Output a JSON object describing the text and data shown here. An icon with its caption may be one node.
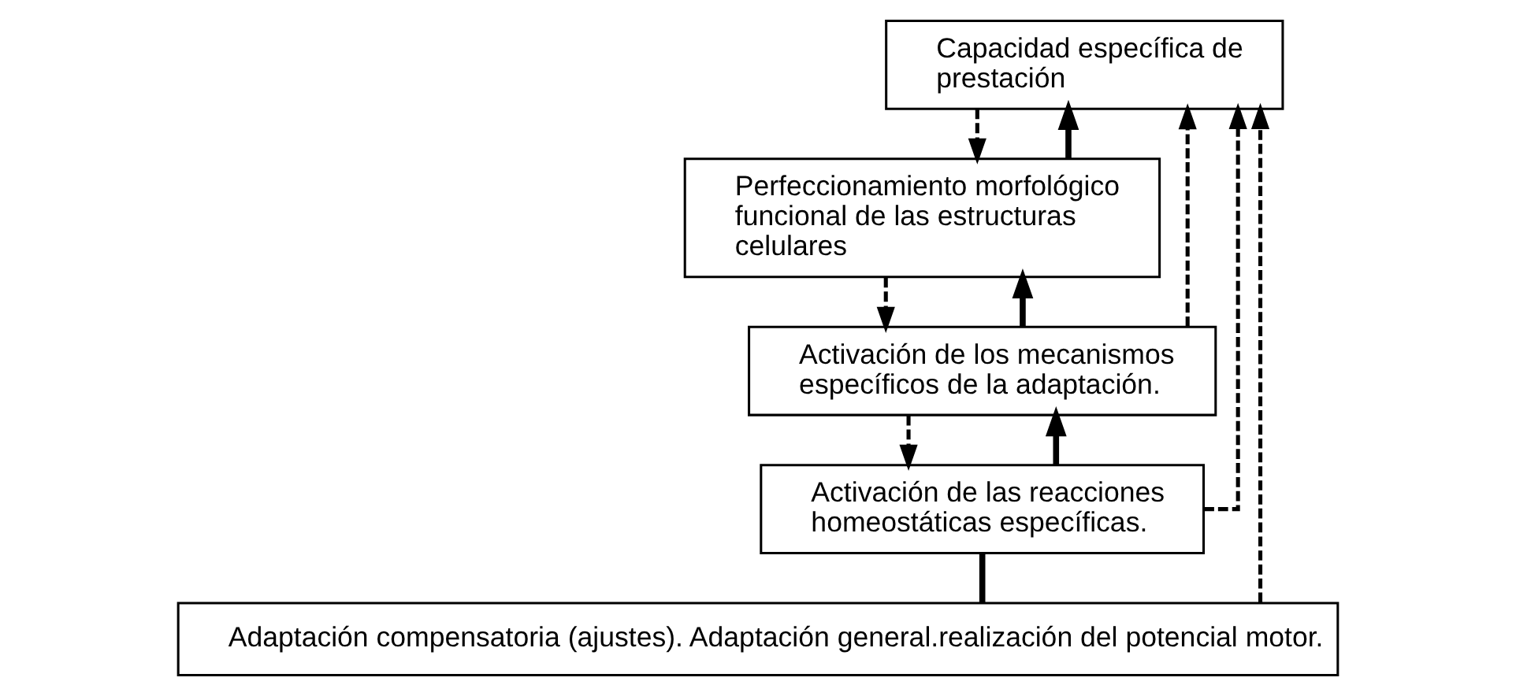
{
  "diagram": {
    "nodes": [
      {
        "text": [
          "Capacidad específica de prestación"
        ]
      },
      {
        "text": [
          "Perfeccionamiento morfológico funcional de las estructuras celulares"
        ]
      },
      {
        "text": [
          "Activación de los mecanismos específicos de la adaptación."
        ]
      },
      {
        "text": [
          "Activación de las reacciones homeostáticas específicas."
        ]
      },
      {
        "text": [
          "Adaptación compensatoria (ajustes). Adaptación general.realización del potencial motor."
        ]
      }
    ],
    "edges": [
      {
        "from": 0,
        "to": 1,
        "arrow": "to",
        "style": "dashed"
      },
      {
        "from": 1,
        "to": 2,
        "arrow": "to",
        "style": "dashed"
      },
      {
        "from": 2,
        "to": 3,
        "arrow": "to",
        "style": "dashed"
      },
      {
        "from": 3,
        "to": 2,
        "arrow": "to"
      },
      {
        "from": 2,
        "to": 1,
        "arrow": "to"
      },
      {
        "from": 1,
        "to": 0,
        "arrow": "to"
      },
      {
        "from": 3,
        "to": 0,
        "arrow": "to",
        "style": "dashed"
      },
      {
        "from": 2,
        "to": 0,
        "arrow": "to",
        "style": "dashed"
      },
      {
        "from": 4,
        "to": 0,
        "arrow": "to",
        "style": "dashed"
      },
      {
        "from": 3,
        "to": 4,
        "arrow": "none"
      }
    ]
  }
}
